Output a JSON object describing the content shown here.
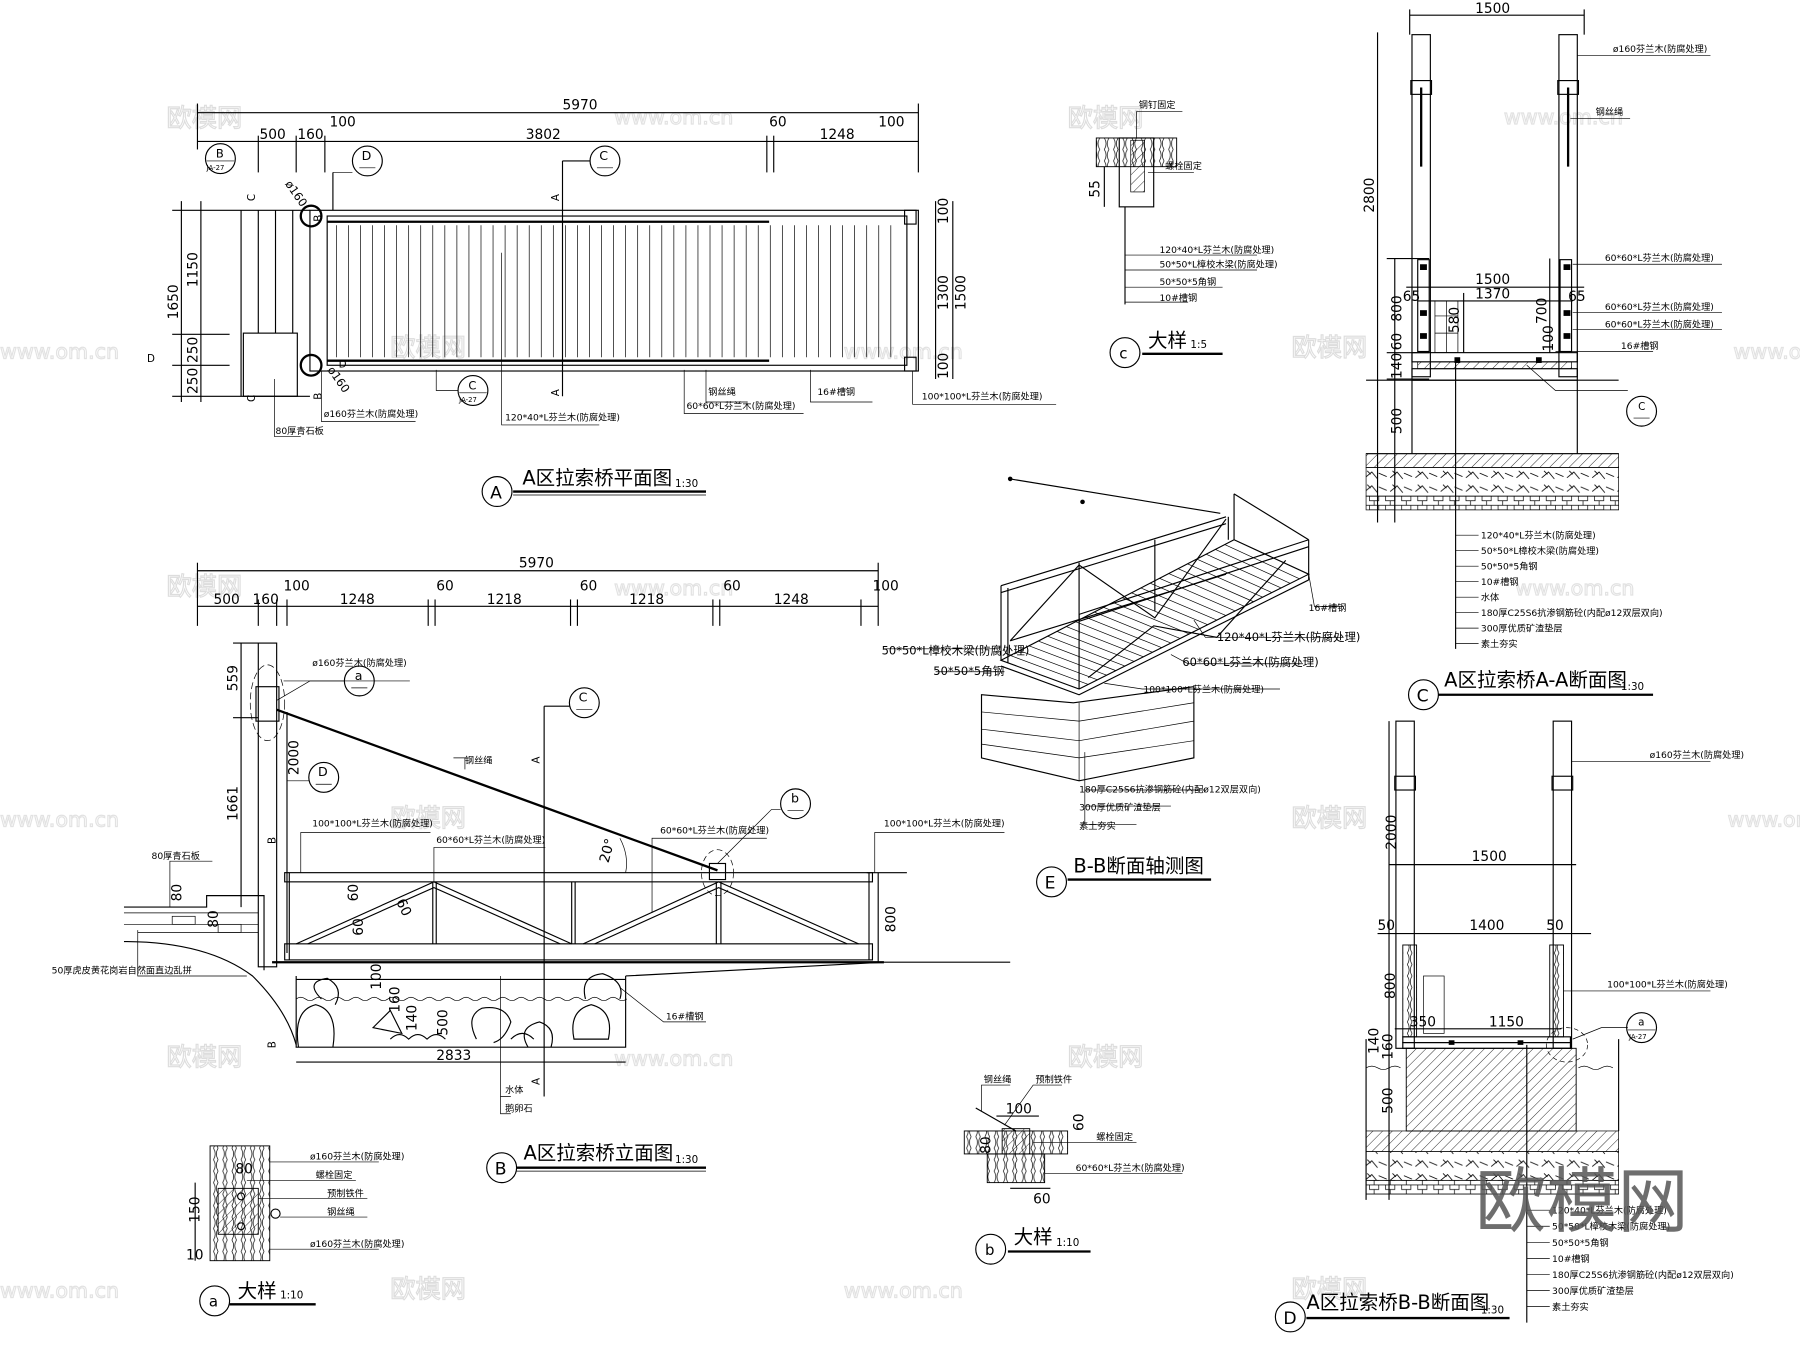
{
  "watermark": {
    "brand": "欧模网",
    "url": "www.om.cn"
  },
  "plan": {
    "marker": "A",
    "title": "A区拉索桥平面图",
    "scale": "1:30",
    "dims_top": {
      "total": "5970",
      "d500": "500",
      "d160": "160",
      "d100a": "100",
      "d3802": "3802",
      "d60": "60",
      "d1248": "1248",
      "d100b": "100"
    },
    "dims_left": {
      "d1650": "1650",
      "d1150": "1150",
      "d250a": "250",
      "d250b": "250"
    },
    "dims_right": {
      "d100a": "100",
      "d1300": "1300",
      "d1500": "1500",
      "d100b": "100"
    },
    "section_marks": {
      "B": "B",
      "C": "C",
      "D": "D",
      "A": "A",
      "ref": "JA-27"
    },
    "labels": {
      "post": "ø160芬兰木(防腐处理)",
      "dia": "ø160",
      "stone": "80厚青石板",
      "plank": "120*40*L芬兰木(防腐处理)",
      "cable": "钢丝绳",
      "rail": "60*60*L芬兰木(防腐处理)",
      "channel": "16#槽钢",
      "beam": "100*100*L芬兰木(防腐处理)"
    }
  },
  "elevation": {
    "marker": "B",
    "title": "A区拉索桥立面图",
    "scale": "1:30",
    "dims_top": {
      "total": "5970",
      "d500": "500",
      "d160": "160",
      "d100a": "100",
      "d1248a": "1248",
      "d60a": "60",
      "d1218a": "1218",
      "d60b": "60",
      "d1218b": "1218",
      "d60c": "60",
      "d1248b": "1248",
      "d100b": "100"
    },
    "dims_other": {
      "d559": "559",
      "d2000": "2000",
      "d1661": "1661",
      "d80a": "80",
      "d80b": "80",
      "d60a": "60",
      "d60b": "60",
      "d60c": "60",
      "d100": "100",
      "d160": "160",
      "d140": "140",
      "d500": "500",
      "d800": "800",
      "d2833": "2833",
      "angle": "20°"
    },
    "labels": {
      "post": "ø160芬兰木(防腐处理)",
      "cable": "钢丝绳",
      "beam1": "100*100*L芬兰木(防腐处理)",
      "rail1": "60*60*L芬兰木(防腐处理)",
      "rail2": "60*60*L芬兰木(防腐处理)",
      "beam2": "100*100*L芬兰木(防腐处理)",
      "stone": "80厚青石板",
      "paving": "50厚虎皮黄花岗岩自然面直边乱拼",
      "channel": "16#槽钢",
      "water": "水体",
      "pebble": "鹅卵石"
    },
    "callouts": {
      "a": "a",
      "b": "b",
      "C": "C",
      "D": "D",
      "A": "A",
      "B": "B"
    }
  },
  "sectionAA": {
    "marker": "C",
    "title": "A区拉索桥A-A断面图",
    "scale": "1:30",
    "dims": {
      "w1500a": "1500",
      "h2800": "2800",
      "w1500b": "1500",
      "w1370": "1370",
      "d65a": "65",
      "d65b": "65",
      "h800": "800",
      "h580": "580",
      "h700": "700",
      "h100": "100",
      "h140": "140",
      "h60": "60",
      "h500": "500"
    },
    "labels": {
      "post": "ø160芬兰木(防腐处理)",
      "cable": "钢丝绳",
      "rail1": "60*60*L芬兰木(防腐处理)",
      "rail2": "60*60*L芬兰木(防腐处理)",
      "rail3": "60*60*L芬兰木(防腐处理)",
      "channel": "16#槽钢"
    },
    "layers": [
      "120*40*L芬兰木(防腐处理)",
      "50*50*L樟校木梁(防腐处理)",
      "50*50*5角钢",
      "10#槽钢",
      "水体",
      "180厚C25S6抗渗钢筋砼(内配ø12双层双向)",
      "300厚优质矿渣垫层",
      "素土夯实"
    ],
    "callout": "C"
  },
  "sectionBB": {
    "marker": "D",
    "title": "A区拉索桥B-B断面图",
    "scale": "1:30",
    "dims": {
      "h2000": "2000",
      "w1500": "1500",
      "d50a": "50",
      "w1400": "1400",
      "d50b": "50",
      "h800": "800",
      "d350": "350",
      "w1150": "1150",
      "h140": "140",
      "h160": "160",
      "h500": "500"
    },
    "labels": {
      "post": "ø160芬兰木(防腐处理)",
      "beam": "100*100*L芬兰木(防腐处理)"
    },
    "layers": [
      "120*40*L芬兰木(防腐处理)",
      "50*50*L樟校木梁(防腐处理)",
      "50*50*5角钢",
      "10#槽钢",
      "180厚C25S6抗渗钢筋砼(内配ø12双层双向)",
      "300厚优质矿渣垫层",
      "素土夯实"
    ],
    "callout": {
      "id": "a",
      "ref": "JA-27"
    }
  },
  "axon": {
    "marker": "E",
    "title": "B-B断面轴测图",
    "labels": {
      "channel": "16#槽钢",
      "plank": "120*40*L芬兰木(防腐处理)",
      "rail": "60*60*L芬兰木(防腐处理)",
      "beam": "100*100*L芬兰木(防腐处理)",
      "joist": "50*50*L樟校木梁(防腐处理)",
      "angle": "50*50*5角钢",
      "slab": "180厚C25S6抗渗钢筋砼(内配ø12双层双向)",
      "gravel": "300厚优质矿渣垫层",
      "soil": "素土夯实"
    }
  },
  "detailC": {
    "marker": "c",
    "title": "大样",
    "scale": "1:5",
    "dim": "55",
    "labels": {
      "nail": "钢钉固定",
      "bolt": "螺栓固定",
      "l1": "120*40*L芬兰木(防腐处理)",
      "l2": "50*50*L樟校木梁(防腐处理)",
      "l3": "50*50*5角钢",
      "l4": "10#槽钢"
    }
  },
  "detailA": {
    "marker": "a",
    "title": "大样",
    "scale": "1:10",
    "dims": {
      "d80": "80",
      "d150": "150",
      "d10": "10"
    },
    "labels": {
      "l1": "ø160芬兰木(防腐处理)",
      "l2": "螺栓固定",
      "l3": "预制铁件",
      "l4": "钢丝绳",
      "l5": "ø160芬兰木(防腐处理)"
    }
  },
  "detailB": {
    "marker": "b",
    "title": "大样",
    "scale": "1:10",
    "dims": {
      "d100": "100",
      "d60a": "60",
      "d80": "80",
      "d60b": "60"
    },
    "labels": {
      "cable": "钢丝绳",
      "plate": "预制铁件",
      "bolt": "螺栓固定",
      "rail": "60*60*L芬兰木(防腐处理)"
    }
  }
}
